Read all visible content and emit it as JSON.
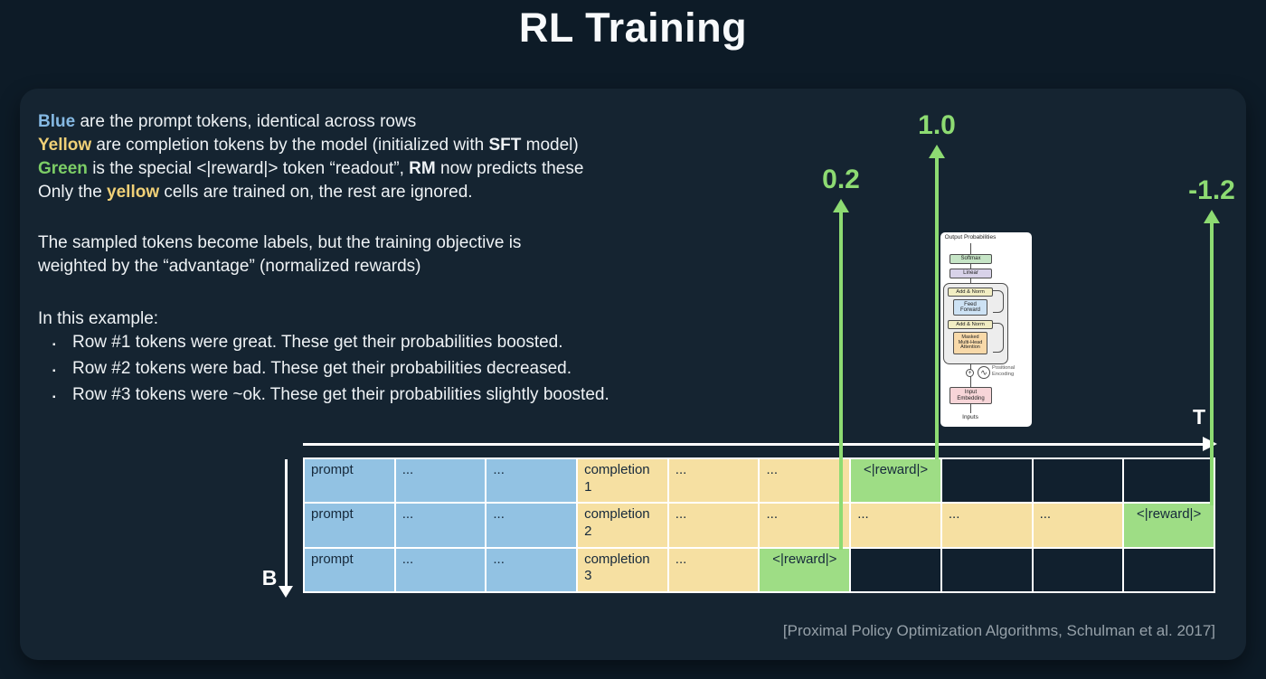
{
  "slide": {
    "title": "RL Training",
    "citation": "[Proximal Policy Optimization Algorithms, Schulman et al. 2017]"
  },
  "legend": {
    "line1": [
      {
        "t": "Blue"
      },
      {
        "t": " are the prompt tokens, identical across rows"
      }
    ],
    "line2": [
      {
        "t": "Yellow"
      },
      {
        "t": " are completion tokens by the model (initialized with "
      },
      {
        "t": "SFT"
      },
      {
        "t": " model)"
      }
    ],
    "line3": [
      {
        "t": "Green"
      },
      {
        "t": " is the special <|reward|> token “readout”, "
      },
      {
        "t": "RM"
      },
      {
        "t": " now predicts these"
      }
    ],
    "line4": [
      {
        "t": "Only the "
      },
      {
        "t": "yellow"
      },
      {
        "t": " cells are trained on, the rest are ignored."
      }
    ]
  },
  "paragraph": {
    "line1": "The sampled tokens become labels, but the training objective is",
    "line2": "weighted by the “advantage” (normalized rewards)"
  },
  "example": {
    "header": "In this example:",
    "bullets": [
      "Row #1 tokens were great. These get their probabilities boosted.",
      "Row #2 tokens were bad. These get their probabilities decreased.",
      "Row #3 tokens were ~ok. These get their probabilities slightly boosted."
    ]
  },
  "axes": {
    "t_label": "T",
    "b_label": "B"
  },
  "rewards": [
    {
      "value": "0.2"
    },
    {
      "value": "1.0"
    },
    {
      "value": "-1.2"
    }
  ],
  "table": {
    "rows": [
      {
        "cells": [
          {
            "text": "prompt"
          },
          {
            "text": "..."
          },
          {
            "text": "..."
          },
          {
            "text": "completion 1"
          },
          {
            "text": "..."
          },
          {
            "text": "..."
          },
          {
            "text": "<|reward|>"
          },
          {
            "text": ""
          },
          {
            "text": ""
          },
          {
            "text": ""
          }
        ]
      },
      {
        "cells": [
          {
            "text": "prompt"
          },
          {
            "text": "..."
          },
          {
            "text": "..."
          },
          {
            "text": "completion 2"
          },
          {
            "text": "..."
          },
          {
            "text": "..."
          },
          {
            "text": "..."
          },
          {
            "text": "..."
          },
          {
            "text": "..."
          },
          {
            "text": "<|reward|>"
          }
        ]
      },
      {
        "cells": [
          {
            "text": "prompt"
          },
          {
            "text": "..."
          },
          {
            "text": "..."
          },
          {
            "text": "completion 3"
          },
          {
            "text": "..."
          },
          {
            "text": "<|reward|>"
          },
          {
            "text": ""
          },
          {
            "text": ""
          },
          {
            "text": ""
          },
          {
            "text": ""
          }
        ]
      }
    ]
  },
  "transformer": {
    "output": "Output Probabilities",
    "softmax": "Softmax",
    "linear": "Linear",
    "add_norm_1": "Add & Norm",
    "feed_forward": "Feed Forward",
    "add_norm_2": "Add & Norm",
    "masked_mha": "Masked Multi-Head Attention",
    "positional": "Positional Encoding",
    "input_embedding": "Input Embedding",
    "inputs": "Inputs"
  },
  "icons": {
    "plus": "+",
    "sine": "∿",
    "bullet": "▪"
  },
  "colors": {
    "background": "#0d1b27",
    "panel": "#152431",
    "text_main": "#eef2f5",
    "blue_word": "#85b9e3",
    "yellow_word": "#f0d077",
    "green_word": "#7ccd66",
    "prompt_cell": "#92c2e3",
    "completion_cell": "#f6e0a2",
    "reward_cell": "#9edd85",
    "empty_cell": "#11202e",
    "arrow_green": "#8ddb72",
    "grid_line": "#ffffff",
    "citation": "#96a1a9",
    "axis_white": "#ffffff"
  }
}
